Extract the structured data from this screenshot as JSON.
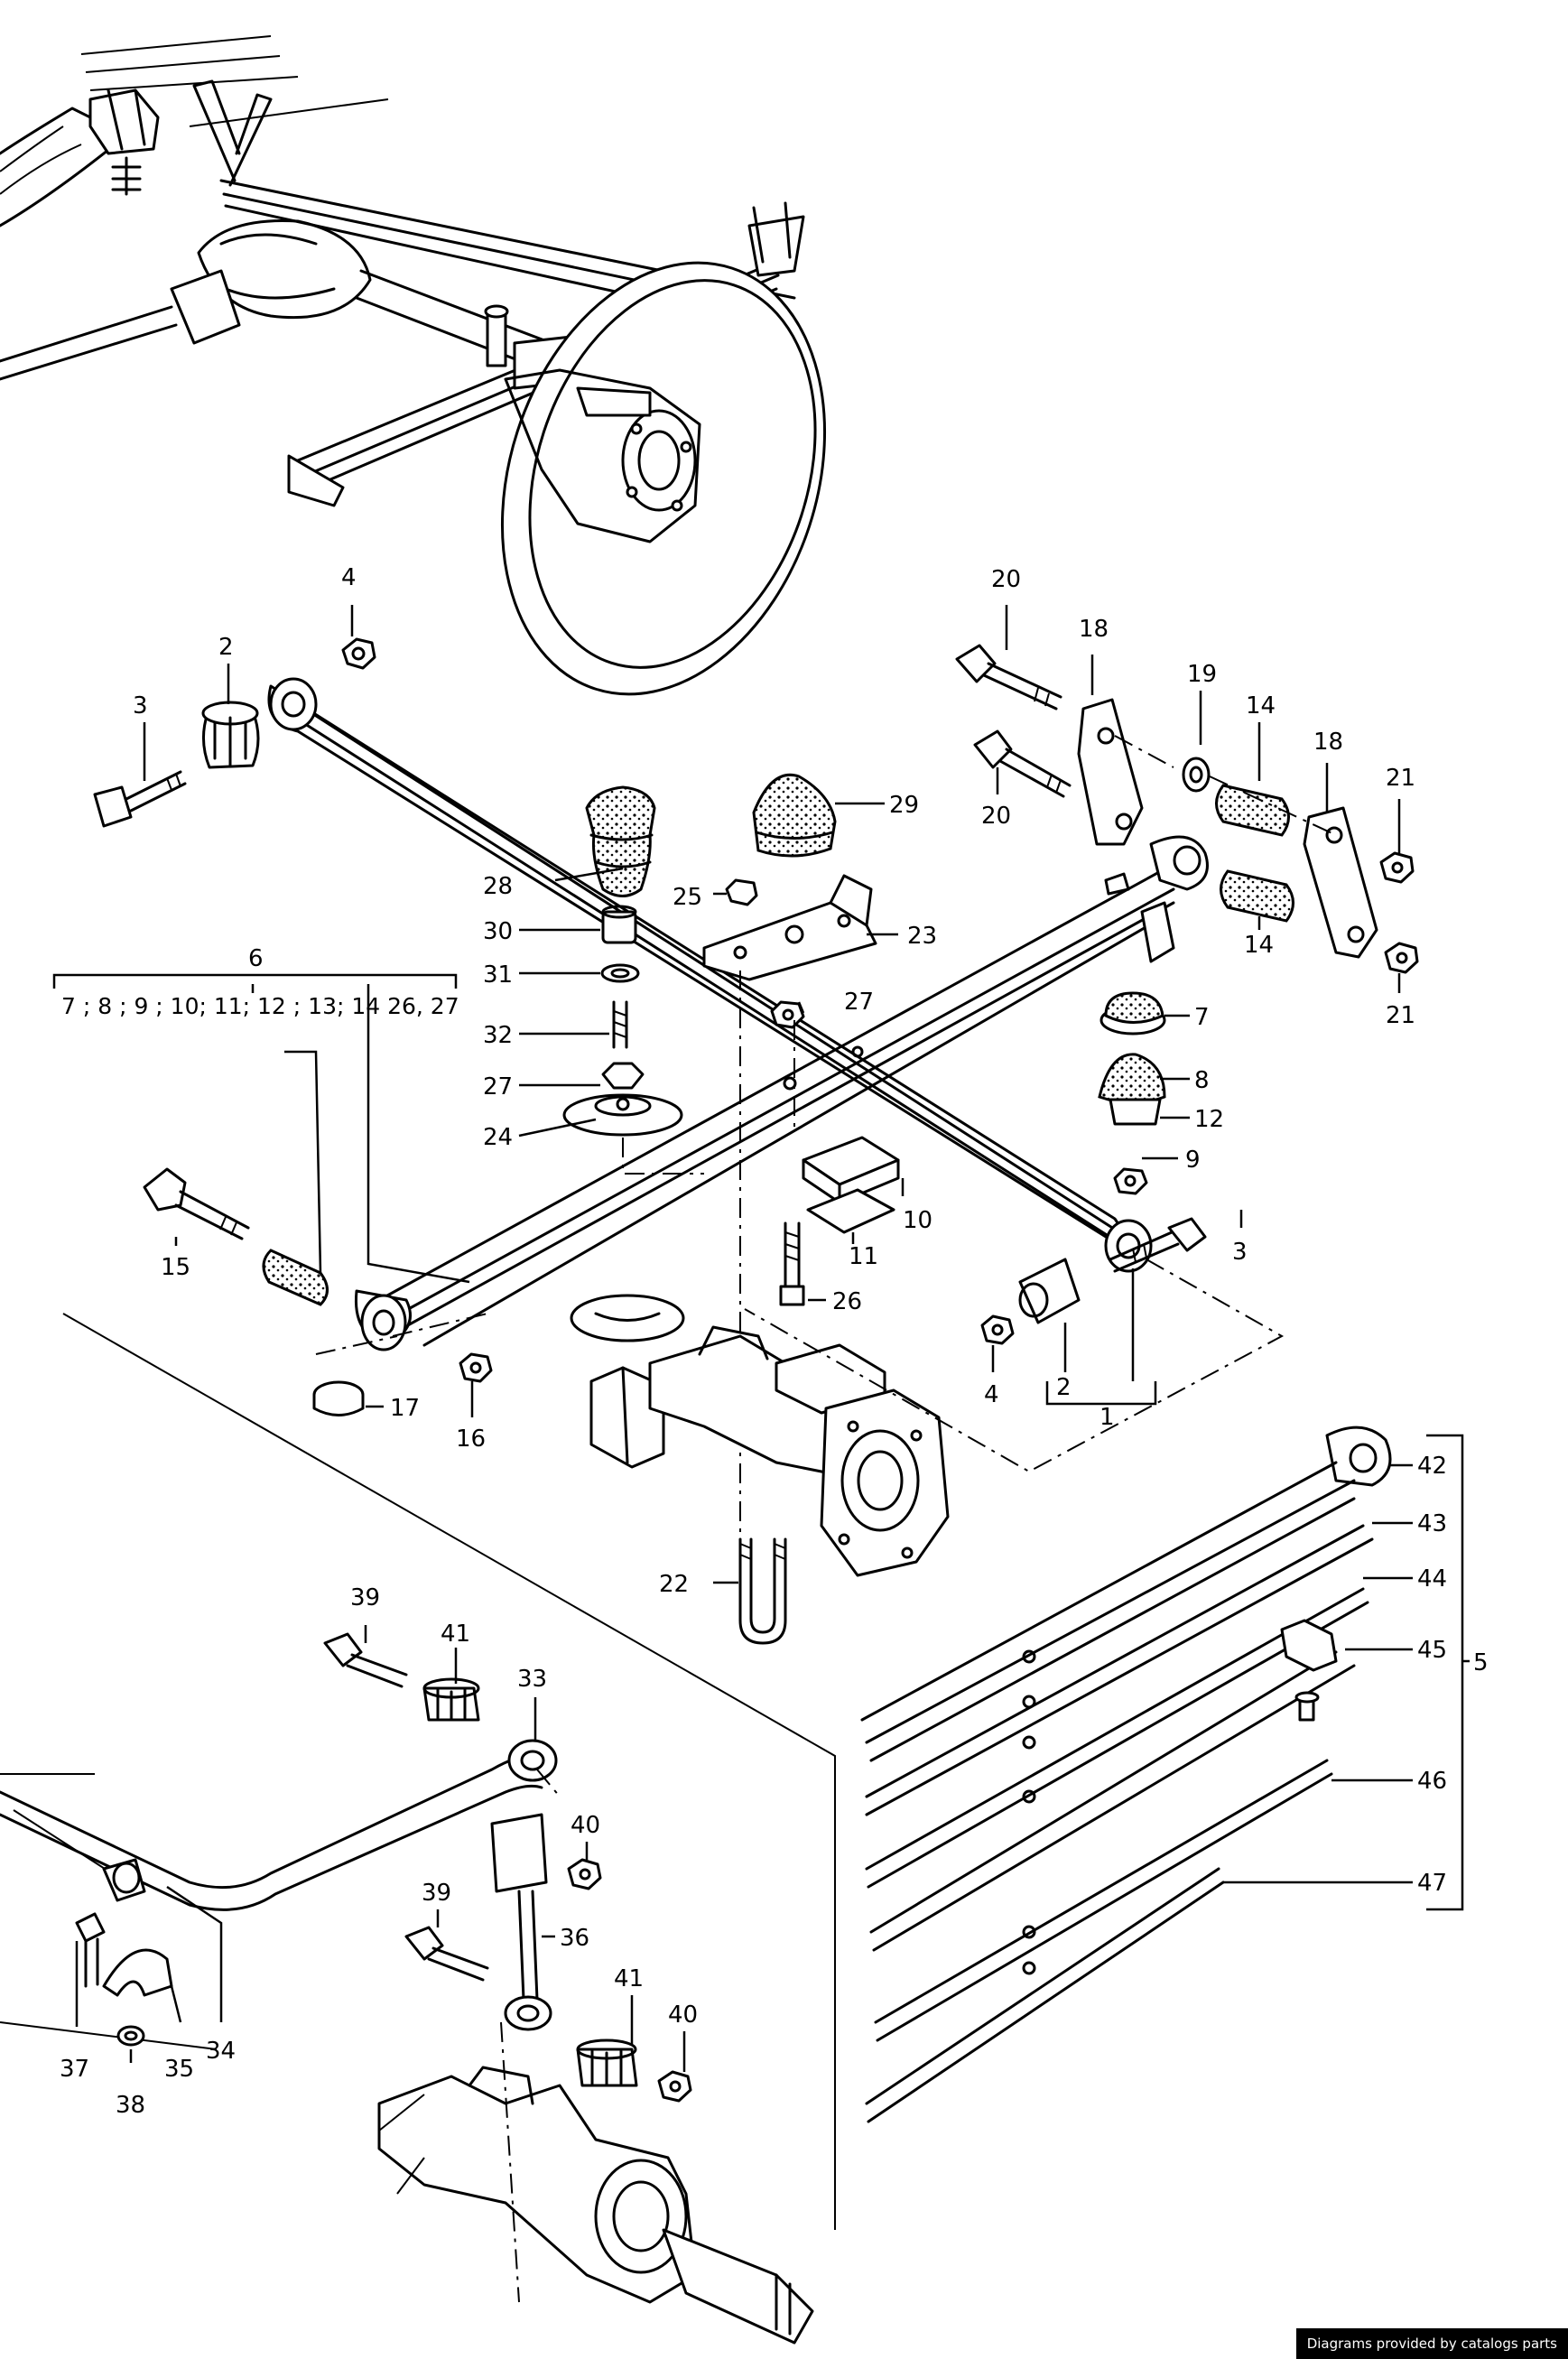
{
  "callouts": [
    {
      "id": "4a",
      "text": "4"
    },
    {
      "id": "2a",
      "text": "2"
    },
    {
      "id": "3a",
      "text": "3"
    },
    {
      "id": "28",
      "text": "28"
    },
    {
      "id": "30",
      "text": "30"
    },
    {
      "id": "31",
      "text": "31"
    },
    {
      "id": "32",
      "text": "32"
    },
    {
      "id": "27a",
      "text": "27"
    },
    {
      "id": "24",
      "text": "24"
    },
    {
      "id": "6",
      "text": "6"
    },
    {
      "id": "29",
      "text": "29"
    },
    {
      "id": "25",
      "text": "25"
    },
    {
      "id": "23",
      "text": "23"
    },
    {
      "id": "27b",
      "text": "27"
    },
    {
      "id": "20a",
      "text": "20"
    },
    {
      "id": "20b",
      "text": "20"
    },
    {
      "id": "18a",
      "text": "18"
    },
    {
      "id": "19",
      "text": "19"
    },
    {
      "id": "14a",
      "text": "14"
    },
    {
      "id": "18b",
      "text": "18"
    },
    {
      "id": "21a",
      "text": "21"
    },
    {
      "id": "14b",
      "text": "14"
    },
    {
      "id": "21b",
      "text": "21"
    },
    {
      "id": "7",
      "text": "7"
    },
    {
      "id": "8",
      "text": "8"
    },
    {
      "id": "12",
      "text": "12"
    },
    {
      "id": "9",
      "text": "9"
    },
    {
      "id": "3b",
      "text": "3"
    },
    {
      "id": "10",
      "text": "10"
    },
    {
      "id": "11",
      "text": "11"
    },
    {
      "id": "26",
      "text": "26"
    },
    {
      "id": "15",
      "text": "15"
    },
    {
      "id": "17",
      "text": "17"
    },
    {
      "id": "16",
      "text": "16"
    },
    {
      "id": "4b",
      "text": "4"
    },
    {
      "id": "2b",
      "text": "2"
    },
    {
      "id": "1",
      "text": "1"
    },
    {
      "id": "22",
      "text": "22"
    },
    {
      "id": "42",
      "text": "42"
    },
    {
      "id": "43",
      "text": "43"
    },
    {
      "id": "44",
      "text": "44"
    },
    {
      "id": "45",
      "text": "45"
    },
    {
      "id": "5",
      "text": "5"
    },
    {
      "id": "46",
      "text": "46"
    },
    {
      "id": "47",
      "text": "47"
    },
    {
      "id": "39a",
      "text": "39"
    },
    {
      "id": "41a",
      "text": "41"
    },
    {
      "id": "33",
      "text": "33"
    },
    {
      "id": "40a",
      "text": "40"
    },
    {
      "id": "36",
      "text": "36"
    },
    {
      "id": "39b",
      "text": "39"
    },
    {
      "id": "41b",
      "text": "41"
    },
    {
      "id": "40b",
      "text": "40"
    },
    {
      "id": "37",
      "text": "37"
    },
    {
      "id": "38",
      "text": "38"
    },
    {
      "id": "35",
      "text": "35"
    },
    {
      "id": "34",
      "text": "34"
    }
  ],
  "group_label": "7 ; 8 ; 9 ; 10; 11; 12 ; 13; 14  26, 27",
  "credit": "Diagrams provided by catalogs parts"
}
